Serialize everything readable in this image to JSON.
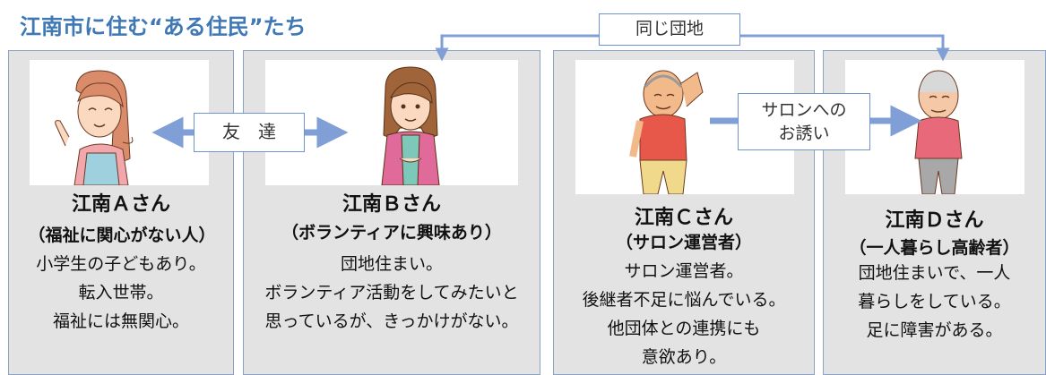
{
  "title": "江南市に住む“ある住民”たち",
  "connectors": {
    "friends": "友　達",
    "same_complex": "同じ団地",
    "salon_invite": [
      "サロンへの",
      "お誘い"
    ]
  },
  "residents": [
    {
      "name": "江南Ａさん",
      "sub": "（福祉に関心がない人）",
      "desc": [
        "小学生の子どもあり。",
        "転入世帯。",
        "福祉には無関心。"
      ]
    },
    {
      "name": "江南Ｂさん",
      "sub": "（ボランティアに興味あり）",
      "desc": [
        "団地住まい。",
        "ボランティア活動をしてみたいと",
        "思っているが、きっかけがない。"
      ]
    },
    {
      "name": "江南Ｃさん",
      "sub": "（サロン運営者）",
      "desc": [
        "サロン運営者。",
        "後継者不足に悩んでいる。",
        "他団体との連携にも",
        "意欲あり。"
      ]
    },
    {
      "name": "江南Ｄさん",
      "sub": "（一人暮らし高齢者）",
      "desc": [
        "団地住まいで、一人",
        "暮らしをしている。",
        "足に障害がある。"
      ]
    }
  ],
  "colors": {
    "accent": "#3f78b5",
    "arrow": "#7f9fd6",
    "card_bg": "#e3e3e3"
  }
}
